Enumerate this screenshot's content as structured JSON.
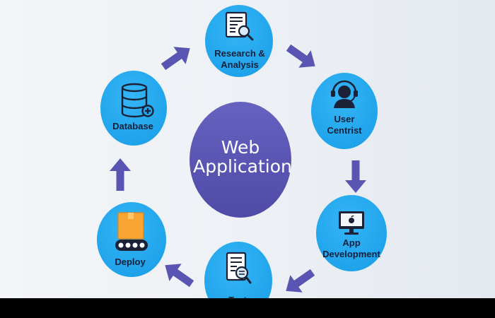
{
  "diagram": {
    "center": {
      "line1": "Web",
      "line2": "Application"
    },
    "nodes": [
      {
        "id": "research",
        "line1": "Research &",
        "line2": "Analysis",
        "icon": "research-document-icon"
      },
      {
        "id": "user",
        "line1": "User",
        "line2": "Centrist",
        "icon": "user-headset-icon"
      },
      {
        "id": "app",
        "line1": "App",
        "line2": "Development",
        "icon": "monitor-apple-icon"
      },
      {
        "id": "test",
        "line1": "Test",
        "line2": "",
        "icon": "test-document-icon"
      },
      {
        "id": "deploy",
        "line1": "Deploy",
        "line2": "",
        "icon": "conveyor-box-icon"
      },
      {
        "id": "database",
        "line1": "Database",
        "line2": "",
        "icon": "database-add-icon"
      }
    ],
    "colors": {
      "node": "#1ea7ef",
      "center": "#5a55b2",
      "arrow": "#5a55b2",
      "label": "#16203a"
    }
  }
}
